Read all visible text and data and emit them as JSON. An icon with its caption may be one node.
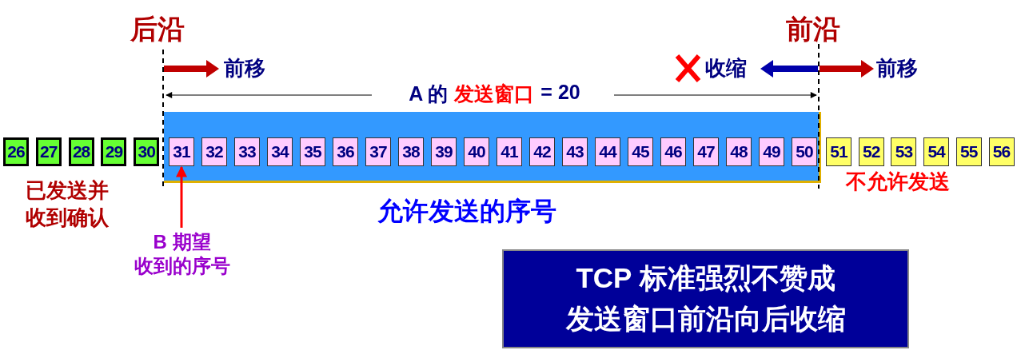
{
  "diagram": {
    "nodes": [
      {
        "text": [
          "26"
        ]
      },
      {
        "text": [
          "27"
        ]
      },
      {
        "text": [
          "28"
        ]
      },
      {
        "text": [
          "29"
        ]
      },
      {
        "text": [
          "30"
        ]
      },
      {
        "text": [],
        "shape": "bar"
      },
      {
        "text": [
          "31"
        ],
        "in": 5
      },
      {
        "text": [
          "32"
        ],
        "in": 5
      },
      {
        "text": [
          "33"
        ],
        "in": 5
      },
      {
        "text": [
          "34"
        ],
        "in": 5
      },
      {
        "text": [
          "35"
        ],
        "in": 5
      },
      {
        "text": [
          "36"
        ],
        "in": 5
      },
      {
        "text": [
          "37"
        ],
        "in": 5
      },
      {
        "text": [
          "38"
        ],
        "in": 5
      },
      {
        "text": [
          "39"
        ],
        "in": 5
      },
      {
        "text": [
          "40"
        ],
        "in": 5
      },
      {
        "text": [
          "41"
        ],
        "in": 5
      },
      {
        "text": [
          "42"
        ],
        "in": 5
      },
      {
        "text": [
          "43"
        ],
        "in": 5
      },
      {
        "text": [
          "44"
        ],
        "in": 5
      },
      {
        "text": [
          "45"
        ],
        "in": 5
      },
      {
        "text": [
          "46"
        ],
        "in": 5
      },
      {
        "text": [
          "47"
        ],
        "in": 5
      },
      {
        "text": [
          "48"
        ],
        "in": 5
      },
      {
        "text": [
          "49"
        ],
        "in": 5
      },
      {
        "text": [
          "50"
        ],
        "in": 5
      },
      {
        "text": [
          "51"
        ]
      },
      {
        "text": [
          "52"
        ]
      },
      {
        "text": [
          "53"
        ]
      },
      {
        "text": [
          "54"
        ]
      },
      {
        "text": [
          "55"
        ]
      },
      {
        "text": [
          "56"
        ]
      },
      {
        "text": [
          "B 期望",
          "收到的序号"
        ]
      },
      {
        "text": [
          "TCP 标准强烈不赞成发送窗口前沿向后收缩"
        ]
      }
    ],
    "edges": [
      {
        "from": 32,
        "to": 6,
        "arrow": "to"
      }
    ],
    "labels": [
      "后沿",
      "前沿",
      "前移",
      "收缩",
      "前移",
      "A 的",
      "发送窗口",
      "= 20",
      "已发送并收到确认",
      "允许发送的序号",
      "不允许发送"
    ]
  }
}
